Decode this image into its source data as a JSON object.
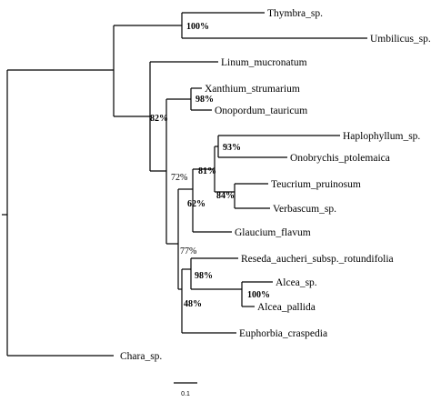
{
  "tree": {
    "leaves": {
      "thymbra": "Thymbra_sp.",
      "umbilicus": "Umbilicus_sp.",
      "linum": "Linum_mucronatum",
      "xanthium": "Xanthium_strumarium",
      "onopordum": "Onopordum_tauricum",
      "haplophyllum": "Haplophyllum_sp.",
      "onobrychis": "Onobrychis_ptolemaica",
      "teucrium": "Teucrium_pruinosum",
      "verbascum": "Verbascum_sp.",
      "glaucium": "Glaucium_flavum",
      "reseda": "Reseda_aucheri_subsp._rotundifolia",
      "alcea_sp": "Alcea_sp.",
      "alcea_pallida": "Alcea_pallida",
      "euphorbia": "Euphorbia_craspedia",
      "chara": "Chara_sp."
    },
    "bootstrap": {
      "thymbra_umbilicus": "100%",
      "xanthium_onopordum": "98%",
      "inner_main": "82%",
      "haplo_onobrychis": "93%",
      "haplo_verbascum": "81%",
      "teucrium_verbascum": "84%",
      "clade_72": "72%",
      "clade_62": "62%",
      "clade_77": "77%",
      "reseda_alcea": "98%",
      "alcea_pair": "100%",
      "clade_48": "48%"
    },
    "scale_bar": {
      "label": "0.1"
    }
  }
}
